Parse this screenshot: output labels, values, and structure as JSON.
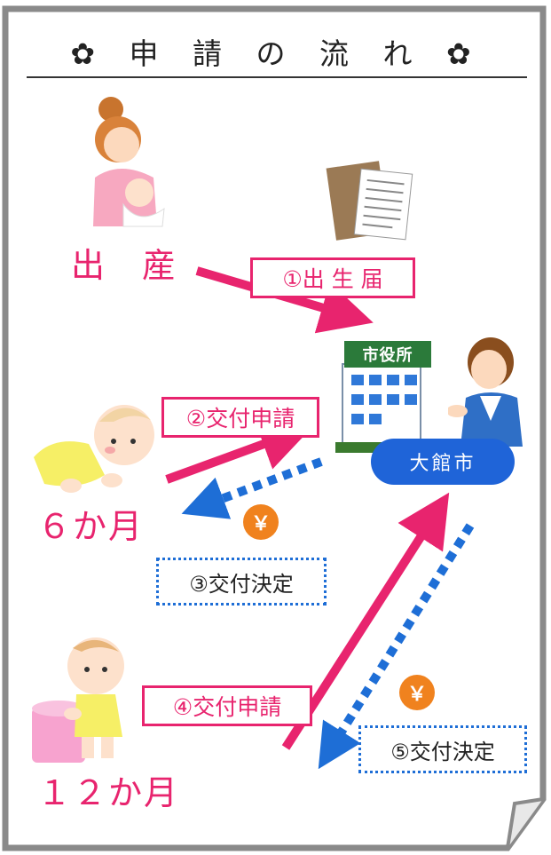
{
  "title": "✿ 申 請 の 流 れ ✿",
  "stages": {
    "birth": "出　産",
    "six_months": "６か月",
    "twelve_months": "１２か月"
  },
  "steps": {
    "step1": "①出 生 届",
    "step2": "②交付申請",
    "step3": "③交付決定",
    "step4": "④交付申請",
    "step5": "⑤交付決定"
  },
  "city_office": {
    "sign": "市役所",
    "name": "大館市"
  },
  "yen_symbol": "￥",
  "colors": {
    "pink": "#e8246e",
    "blue": "#1e6ed6",
    "city_blue": "#1f64d8",
    "yen_orange": "#f0821e"
  }
}
